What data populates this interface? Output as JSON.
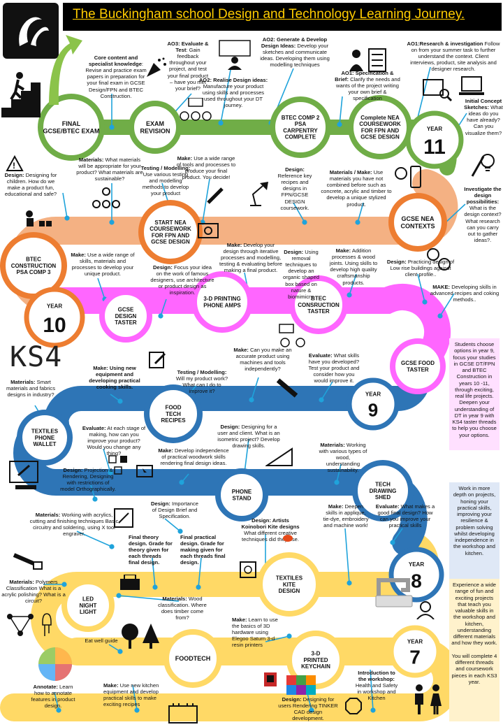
{
  "title": "The Buckingham school Design and Technology Learning Journey.",
  "ks4_label": "KS4",
  "colors": {
    "green": "#70ad47",
    "orange": "#ed7d31",
    "peach": "#f4b183",
    "pink": "#ff66ff",
    "blue": "#2e75b6",
    "yellow": "#ffd966",
    "connector": "#1fa3db"
  },
  "nodes": [
    {
      "id": "final",
      "lines": [
        "FINAL",
        "GCSE/BTEC EXAM"
      ]
    },
    {
      "id": "exam",
      "lines": [
        "EXAM",
        "REVISION"
      ]
    },
    {
      "id": "btec2",
      "lines": [
        "BTEC COMP 2",
        "PSA",
        "CARPENTRY",
        "COMPLETE"
      ]
    },
    {
      "id": "nea_comp",
      "lines": [
        "Complete NEA",
        "COURSEWORK",
        "FOR FPN AND",
        "GCSE DESIGN"
      ]
    },
    {
      "id": "y11",
      "word": "YEAR",
      "num": "11"
    },
    {
      "id": "nea_ctx",
      "lines": [
        "GCSE NEA",
        "CONTEXTS"
      ]
    },
    {
      "id": "start_nea",
      "lines": [
        "START NEA",
        "COURSEWORK",
        "FOR FPN AND",
        "GCSE DESIGN"
      ]
    },
    {
      "id": "btec3",
      "lines": [
        "BTEC",
        "CONSTRUCTION",
        "PSA COMP 3"
      ]
    },
    {
      "id": "y10",
      "word": "YEAR",
      "num": "10"
    },
    {
      "id": "gcse_dt",
      "lines": [
        "GCSE",
        "DESIGN",
        "TASTER"
      ]
    },
    {
      "id": "printing",
      "lines": [
        "3-D PRINTING",
        "PHONE AMPS"
      ]
    },
    {
      "id": "btec_taster",
      "lines": [
        "BTEC",
        "CONSRUCTION",
        "TASTER"
      ]
    },
    {
      "id": "food_taster",
      "lines": [
        "GCSE FOOD",
        "TASTER"
      ]
    },
    {
      "id": "y9",
      "word": "YEAR",
      "num": "9"
    },
    {
      "id": "food_tech",
      "lines": [
        "FOOD",
        "TECH",
        "RECIPES"
      ]
    },
    {
      "id": "wallet",
      "lines": [
        "TEXTILES",
        "PHONE",
        "WALLET"
      ]
    },
    {
      "id": "phone_stand",
      "lines": [
        "PHONE",
        "STAND"
      ]
    },
    {
      "id": "shed",
      "lines": [
        "TECH",
        "DRAWING",
        "SHED"
      ]
    },
    {
      "id": "y8",
      "word": "YEAR",
      "num": "8"
    },
    {
      "id": "kite",
      "lines": [
        "TEXTILES",
        "KITE",
        "DESIGN"
      ]
    },
    {
      "id": "led",
      "lines": [
        "LED",
        "NIGHT",
        "LIGHT"
      ]
    },
    {
      "id": "foodtech",
      "lines": [
        "FOODTECH"
      ]
    },
    {
      "id": "keychain",
      "lines": [
        "3-D",
        "PRINTED",
        "KEYCHAIN"
      ]
    },
    {
      "id": "y7",
      "word": "YEAR",
      "num": "7"
    }
  ],
  "notes": {
    "core": {
      "head": "Core content and specialist knowledge",
      "body": ": Revise and practice exam papers in preparation for your final exam in GCSE Design/FPN and BTEC Construction."
    },
    "ao3": {
      "head": "AO3: Evaluate & Test",
      "body": ": Gain feedback throughout your project, and test your final product – have you met your brief?"
    },
    "ao2r": {
      "head": "AO2: Realise Design ideas:",
      "body": " Manufacture your product using skills and processes used throughout your DT journey."
    },
    "ao2g": {
      "head": "AO2: Generate & Develop Design Ideas:",
      "body": " Develop your sketches and communicate ideas. Developing them using modelling techniques"
    },
    "ao1s": {
      "head": "AO1: Specification & Brief:",
      "body": " Clarify the needs and wants of the project writing your own brief & specification"
    },
    "ao1r": {
      "head": "AO1:Research & investigation",
      "body": " Follow on from your summer task to further understand the context. Client interviews, product, site analysis and designer research."
    },
    "initial": {
      "head": "Initial Concept Sketches:",
      "body": " What ideas do you have already? Can you visualize them?"
    },
    "investigate": {
      "head": "Investigate the design possibilities:",
      "body": " What is the design context? What research can you carry out to gather ideas?."
    },
    "mat11": {
      "head": "Materials:",
      "body": " What materials will be appropriate for your product? What materials are sustainable?"
    },
    "make_tools": {
      "head": "Make:",
      "body": " Use a wide range of tools and processes to produce your final product. You decide!"
    },
    "testing": {
      "head": "Testing / Modelling:",
      "body": " Use various testing and modelling methods to develop your product"
    },
    "design_children": {
      "head": "Design:",
      "body": " Designing for children. How do we make a product fun, educational and safe?"
    },
    "design_ref": {
      "head": "Design:",
      "body": " Reference key recipes and designs in FPN/GCSE DESIGN coursework."
    },
    "mat_make": {
      "head": "Materials / Make:",
      "body": " Use materials you have not combined before such as concrete, acrylic and timber to develop a unique stylized product."
    },
    "make_skills": {
      "head": "Make:",
      "body": " Use a wide range of skills, materials and processes to develop your unique product."
    },
    "design_focus": {
      "head": "Design:",
      "body": " Focus your idea on the work of famous designers, use architecture or product design as inspiration."
    },
    "make_iter": {
      "head": "Make:",
      "body": " Develop your design through iterative processes and modelling, testing & evaluating before making a final product."
    },
    "design_removal": {
      "head": "Design:",
      "body": " Using removal techniques to develop an organic shaped box based on nature & biomimicry."
    },
    "make_addition": {
      "head": "Make:",
      "body": " Addition processes & wood joints. Using skills to develop high quality craftsmanship products."
    },
    "design_low": {
      "head": "Design:",
      "body": " Practicing design of Low rise buildings against client profile.."
    },
    "make_adv": {
      "head": "MAKE:",
      "body": " Developing skills in advanced recipes and coking methods.."
    },
    "choose": {
      "body": "Students choose options in year 9, focus your studies in GCSE DT/FPN and BTEC Construction in years 10 -11, through exciting, real life projects. Deepen your understanding of DT in year 9 with KS4 taster threads to help you choose your options."
    },
    "make_acc": {
      "head": "Make:",
      "body": " Can you make an accurate product using machines and tools independently?"
    },
    "eval_skills": {
      "head": "Evaluate:",
      "body": " What skills have you developed? Test your product and consider how you would improve it."
    },
    "make_equip": {
      "head": "Make: Using new equipment and developing practical cooking skills."
    },
    "test9": {
      "head": "Testing / Modelling:",
      "body": " Will my product work? What can I do to improve it?"
    },
    "mat_smart": {
      "head": "Materials:",
      "body": " Smart materials and fabrics designs in industry?"
    },
    "eval_stage": {
      "head": "Evaluate:",
      "body": " At each stage of making, how can you improve your product? Would you change any thing?"
    },
    "design_user": {
      "head": "Design:",
      "body": " Designing for a user and client. What is an isometric project? Develop drawing skills."
    },
    "mat_wood": {
      "head": "Materials:",
      "body": " Working with various types of wood, understanding sustainability."
    },
    "make_indep": {
      "head": "Make:",
      "body": " Develop independence of practical woodwork skills rendering final design ideas."
    },
    "design_proj": {
      "head": "Design:",
      "body": " Projection & Rendering, Designing with restrictions of model Orthographically."
    },
    "design_imp": {
      "head": "Design:",
      "body": " Importance of Design Brief and Specification."
    },
    "mat_acrylic": {
      "head": "Materials:",
      "body": " Working with acrylics, cutting and finishing techniques Basic circuitry and soldering, using X tool engraver."
    },
    "final_theory": {
      "head": "Final theory design. Grade for theory given for each threads final design."
    },
    "final_prac": {
      "head": "Final practical design. Grade for making given for each threads final design."
    },
    "design_kite": {
      "head": "Design: Artists Koinobori Kite designs",
      "body": " What different creative techniques did they use."
    },
    "make_deepen": {
      "head": "Make:",
      "body": " Deepen skills in applique, tie-dye, embroidery and machine work!"
    },
    "eval_good": {
      "head": "Evaluate:",
      "body": " What makes a good final design? How can you improve your practical skills"
    },
    "work_more": {
      "body": "Work in more depth on projects, honing your practical skills, improving your resilience & problem solving whilst developing independence in the workshop and kitchen."
    },
    "mat_poly": {
      "head": "Materials:",
      "body": " Polymers Classification What is a acrylic polishing? What is a circuit?"
    },
    "mat_wood_class": {
      "head": "Materials:",
      "body": " Wood classification. Where does timber come from?"
    },
    "make_3d": {
      "head": "Make:",
      "body": " Learn to use the basics of 3D hardware using Elegoo Saturn 3-d resin printers"
    },
    "eat_well": {
      "body": "Eat well guide"
    },
    "annotate": {
      "head": "Annotate:",
      "body": " Learn how to annotate features in product design."
    },
    "make_kitchen": {
      "head": "Make:",
      "body": " Use new kitchen equipment and develop practical skills to make exciting recipes"
    },
    "design_tinker": {
      "head": "Design:",
      "body": " Designing for users Rendering TINKER CAD design development."
    },
    "intro": {
      "head": "Introduction to the workshop:",
      "body": " Health and Safety in workshop and Kitchen"
    },
    "experience": {
      "body": "Experience a wide range of fun and exciting projects that teach you valuable skills in the workshop and kitchen, understanding different materials and how they work.\n\nYou will complete 4 different threads and coursework pieces in each KS3 year."
    }
  }
}
